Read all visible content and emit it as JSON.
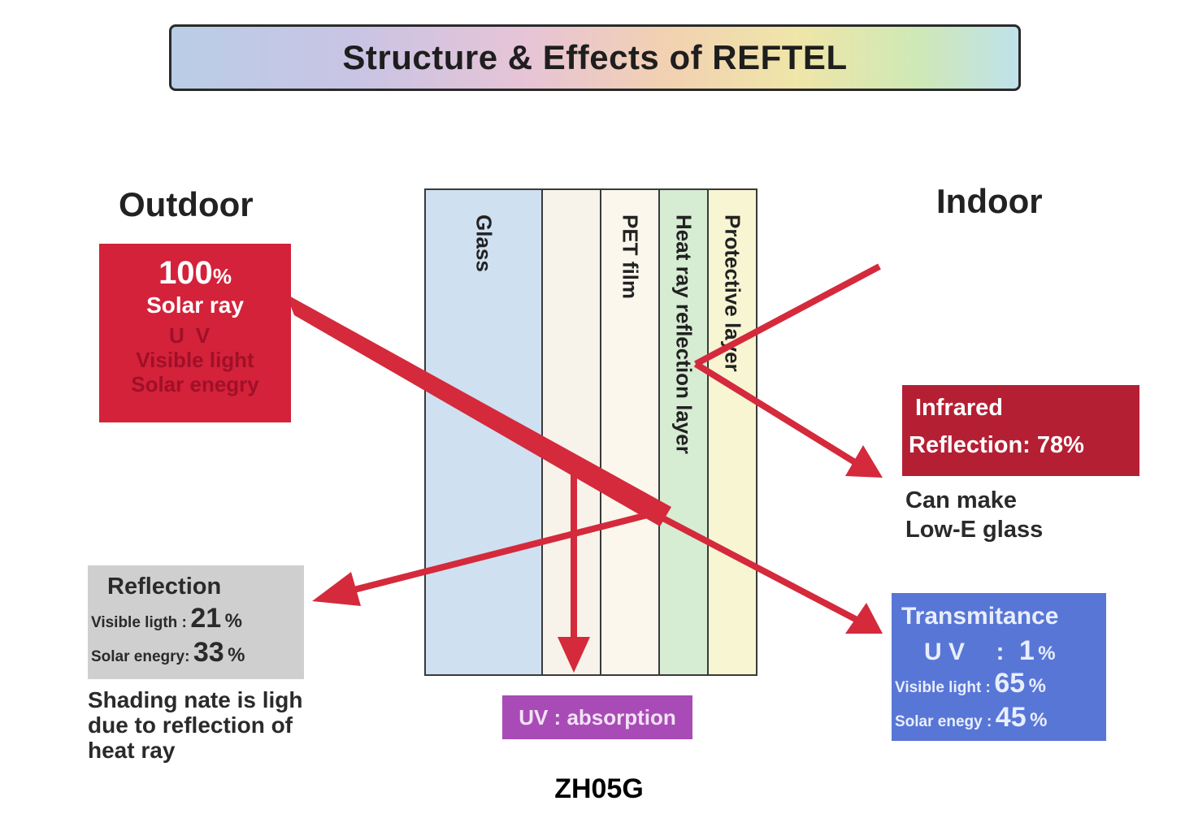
{
  "title": "Structure & Effects of REFTEL",
  "outdoor_label": "Outdoor",
  "indoor_label": "Indoor",
  "layers": [
    {
      "label": "Glass",
      "color": "#cfe0f1"
    },
    {
      "label": "",
      "color": "#f7f3ea"
    },
    {
      "label": "PET film",
      "color": "#fbf7ec"
    },
    {
      "label": "Heat ray reflection layer",
      "color": "#d6ecd3"
    },
    {
      "label": "Protective layer",
      "color": "#f8f5d3"
    }
  ],
  "solar_box": {
    "percent": "100",
    "percent_unit": "%",
    "title": "Solar ray",
    "line1": "UV",
    "line2": "Visible light",
    "line3": "Solar enegry",
    "color": "#d3223a"
  },
  "infrared_box": {
    "line1": "Infrared",
    "line2": "Reflection: 78%",
    "color": "#b51f34"
  },
  "lowe_note": {
    "line1": "Can make",
    "line2": "Low-E glass"
  },
  "reflection_box": {
    "title": "Reflection",
    "visible_label": "Visible ligth :",
    "visible_value": "21",
    "solar_label": "Solar enegry:",
    "solar_value": "33",
    "unit": "%",
    "color": "#cfcfcf"
  },
  "shading_note": {
    "line1": "Shading nate is ligh",
    "line2": "due to reflection of",
    "line3": "heat ray"
  },
  "uv_box": {
    "label": "UV : absorption",
    "color": "#a94bb6"
  },
  "transmittance_box": {
    "title": "Transmitance",
    "uv_label": "U V",
    "uv_sep": ":",
    "uv_value": "1",
    "visible_label": "Visible light :",
    "visible_value": "65",
    "solar_label": "Solar enegy :",
    "solar_value": "45",
    "unit": "%",
    "color": "#5876d6"
  },
  "model": "ZH05G",
  "arrow_color": "#d42a3c"
}
